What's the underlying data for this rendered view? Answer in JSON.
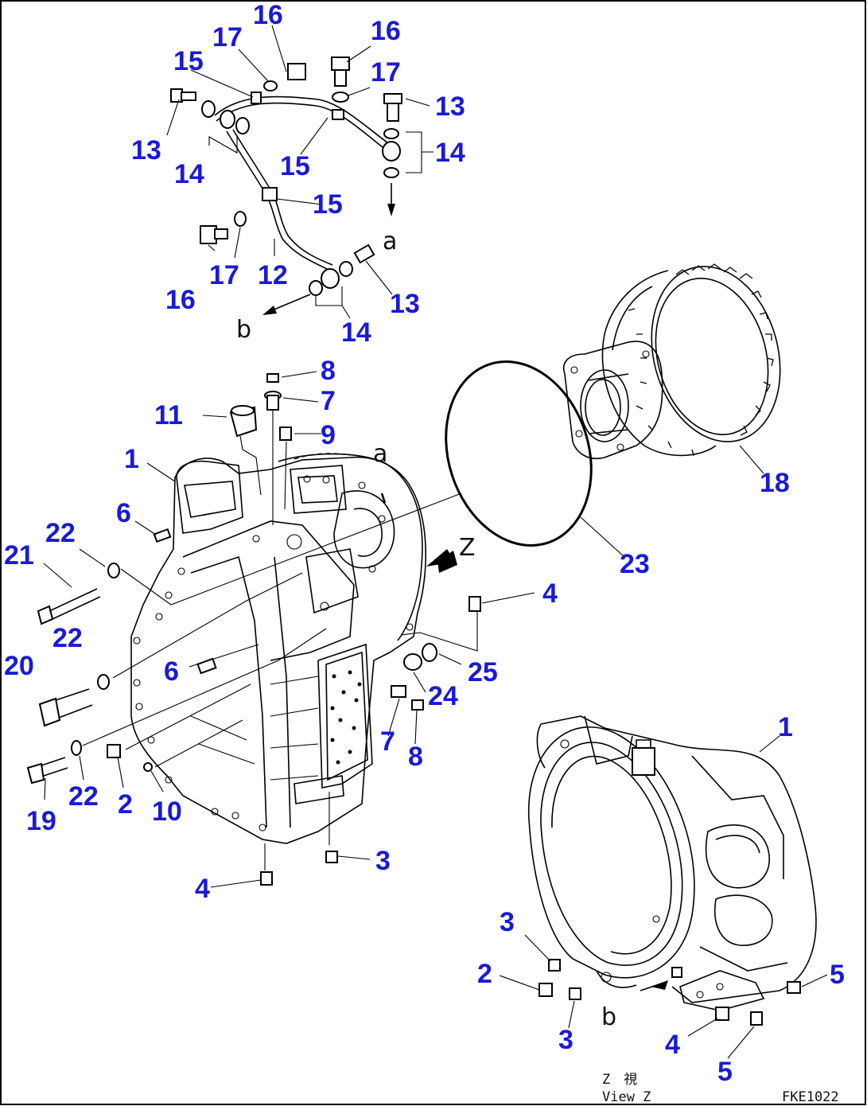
{
  "diagram": {
    "callouts": [
      {
        "label": "16"
      },
      {
        "label": "17"
      },
      {
        "label": "15"
      },
      {
        "label": "16"
      },
      {
        "label": "17"
      },
      {
        "label": "13"
      },
      {
        "label": "13"
      },
      {
        "label": "14"
      },
      {
        "label": "14"
      },
      {
        "label": "15"
      },
      {
        "label": "15"
      },
      {
        "label": "16"
      },
      {
        "label": "17"
      },
      {
        "label": "12"
      },
      {
        "label": "13"
      },
      {
        "label": "14"
      },
      {
        "label": "8"
      },
      {
        "label": "7"
      },
      {
        "label": "11"
      },
      {
        "label": "9"
      },
      {
        "label": "1"
      },
      {
        "label": "18"
      },
      {
        "label": "6"
      },
      {
        "label": "22"
      },
      {
        "label": "21"
      },
      {
        "label": "23"
      },
      {
        "label": "4"
      },
      {
        "label": "22"
      },
      {
        "label": "6"
      },
      {
        "label": "25"
      },
      {
        "label": "20"
      },
      {
        "label": "24"
      },
      {
        "label": "7"
      },
      {
        "label": "8"
      },
      {
        "label": "1"
      },
      {
        "label": "19"
      },
      {
        "label": "22"
      },
      {
        "label": "2"
      },
      {
        "label": "10"
      },
      {
        "label": "3"
      },
      {
        "label": "4"
      },
      {
        "label": "3"
      },
      {
        "label": "2"
      },
      {
        "label": "5"
      },
      {
        "label": "3"
      },
      {
        "label": "4"
      },
      {
        "label": "5"
      }
    ],
    "refs": {
      "a_top": "a",
      "b_top": "b",
      "a_mid": "a",
      "z_arrow": "Z",
      "b_bottom": "b"
    },
    "view_label_jp": "Z　視",
    "view_label_en": "View Z",
    "figure_code": "FKE1022"
  },
  "colors": {
    "callout": "#1a1ad6",
    "line": "#000000",
    "background": "#ffffff"
  }
}
